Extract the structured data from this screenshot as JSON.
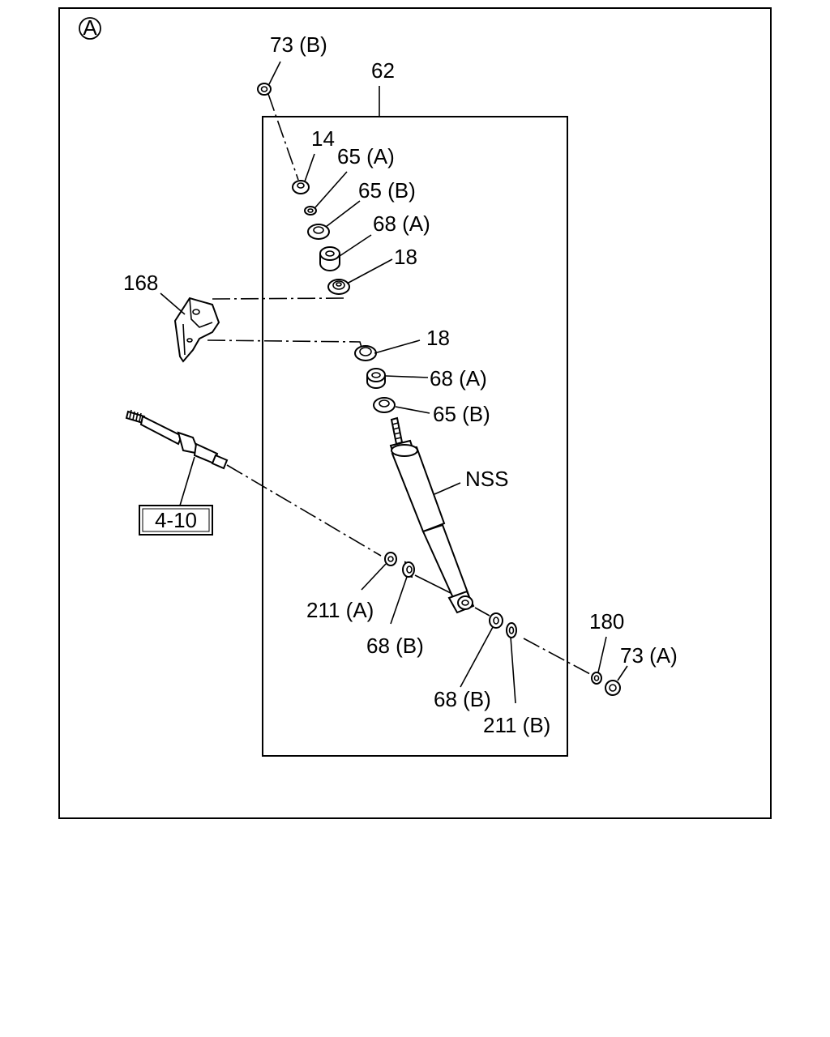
{
  "section_mark": "A",
  "labels": {
    "p73b": "73 (B)",
    "p62": "62",
    "p14": "14",
    "p65a": "65 (A)",
    "p65b_top": "65 (B)",
    "p68a_top": "68 (A)",
    "p18_top": "18",
    "p168": "168",
    "p18_bot": "18",
    "p68a_bot": "68 (A)",
    "p65b_bot": "65 (B)",
    "nss": "NSS",
    "ref_410": "4-10",
    "p211a": "211 (A)",
    "p68b_left": "68 (B)",
    "p68b_right": "68 (B)",
    "p211b": "211 (B)",
    "p180": "180",
    "p73a": "73 (A)"
  }
}
